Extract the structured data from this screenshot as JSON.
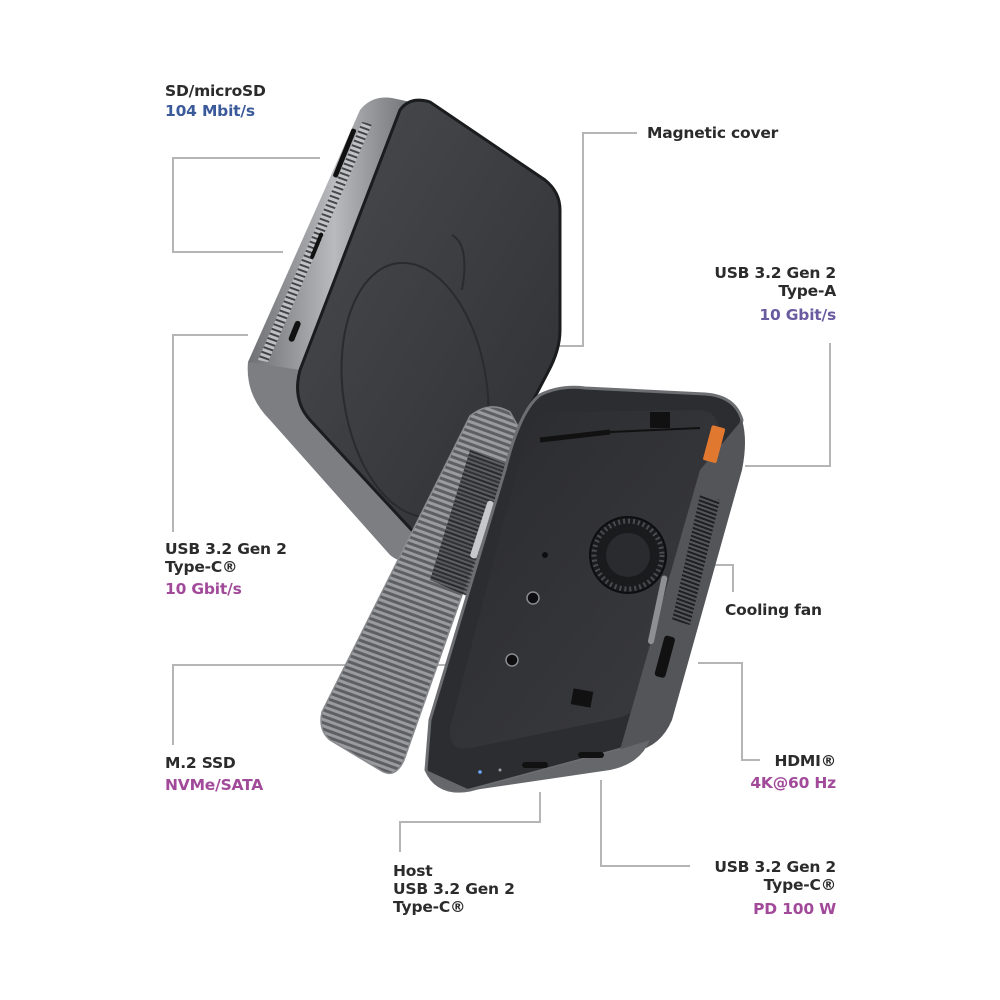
{
  "diagram": {
    "type": "exploded product view with callouts",
    "colors": {
      "leader_line": "#b5b5b5",
      "title_text": "#2b2b2b",
      "spec_blue": "#3a5a9a",
      "spec_purple": "#6a5aa0",
      "spec_magenta": "#a24a9a",
      "usb_a_port": "#e0782f",
      "device_body": "#3c3d40",
      "device_rim": "#8d8e92"
    },
    "callouts": {
      "sd": {
        "title": "SD/microSD",
        "spec": "104 Mbit/s"
      },
      "magnetic": {
        "title": "Magnetic cover"
      },
      "usb_a": {
        "title_line1": "USB 3.2 Gen 2",
        "title_line2": "Type-A",
        "spec": "10 Gbit/s"
      },
      "usb_c_left": {
        "title_line1": "USB 3.2 Gen 2",
        "title_line2": "Type-C®",
        "spec": "10 Gbit/s"
      },
      "fan": {
        "title": "Cooling fan"
      },
      "ssd": {
        "title": "M.2 SSD",
        "spec": "NVMe/SATA"
      },
      "hdmi": {
        "title": "HDMI®",
        "spec": "4K@60 Hz"
      },
      "host": {
        "title_line1": "Host",
        "title_line2": "USB 3.2 Gen 2",
        "title_line3": "Type-C®"
      },
      "usb_c_pd": {
        "title_line1": "USB 3.2 Gen 2",
        "title_line2": "Type-C®",
        "spec": "PD 100 W"
      }
    }
  }
}
